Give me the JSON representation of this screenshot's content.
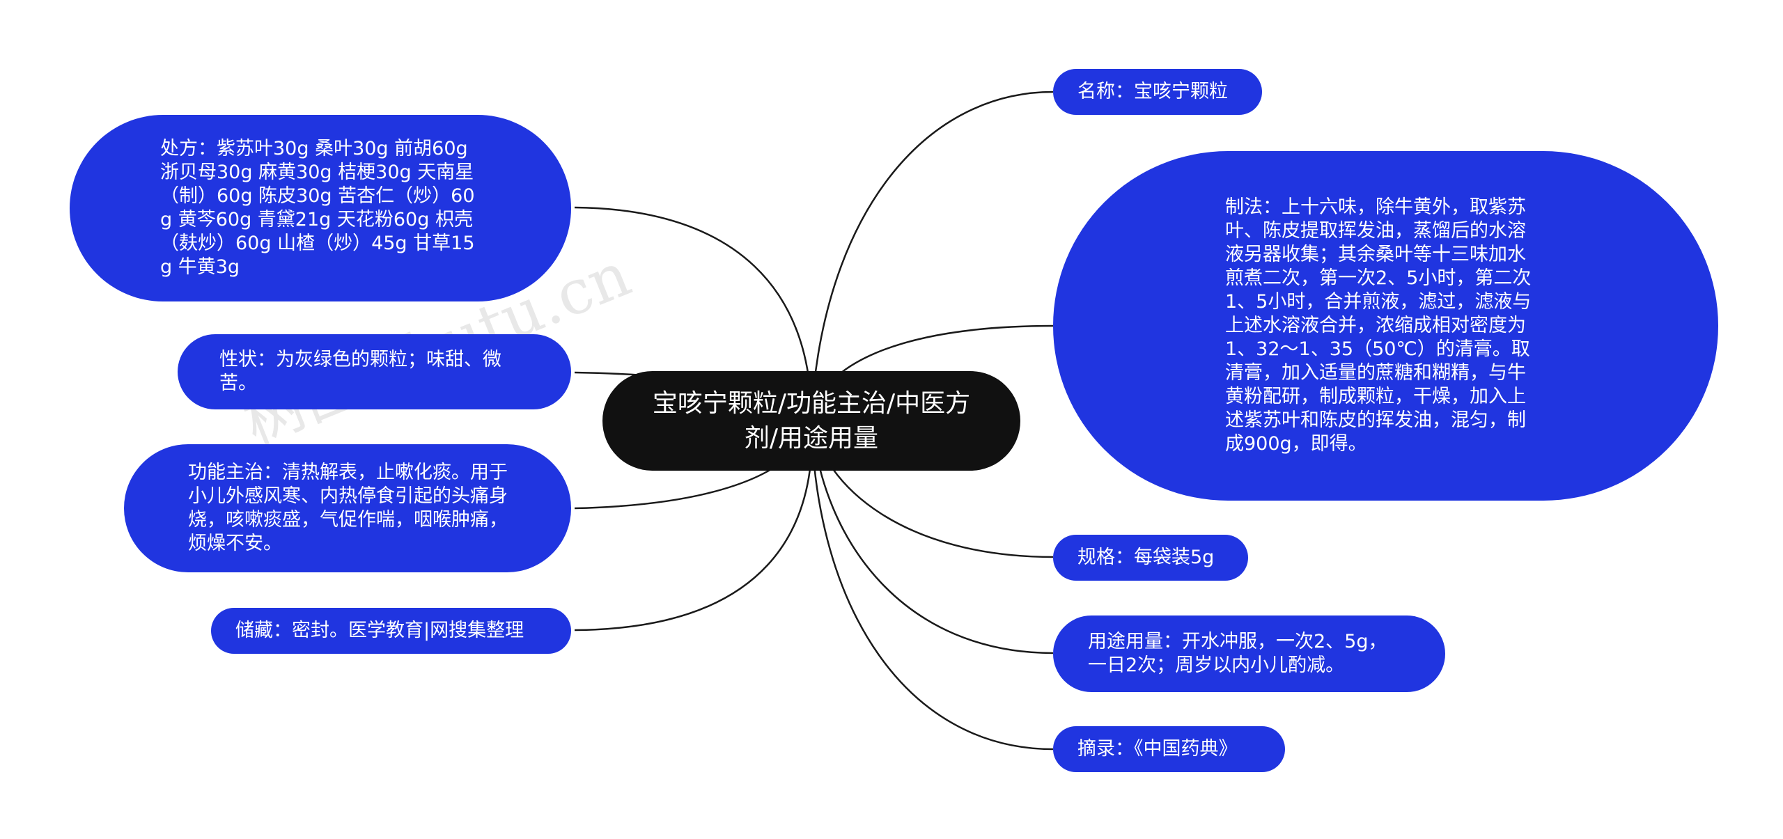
{
  "center": {
    "label": "宝咳宁颗粒/功能主治/中医方剂/用途用量"
  },
  "left": [
    {
      "id": "formula",
      "text": "处方：紫苏叶30g 桑叶30g 前胡60g 浙贝母30g 麻黄30g 桔梗30g 天南星（制）60g 陈皮30g 苦杏仁（炒）60g 黄芩60g 青黛21g 天花粉60g 枳壳（麸炒）60g 山楂（炒）45g 甘草15g 牛黄3g"
    },
    {
      "id": "properties",
      "text": "性状：为灰绿色的颗粒；味甜、微苦。"
    },
    {
      "id": "indications",
      "text": "功能主治：清热解表，止嗽化痰。用于小儿外感风寒、内热停食引起的头痛身烧，咳嗽痰盛，气促作喘，咽喉肿痛，烦燥不安。"
    },
    {
      "id": "storage",
      "text": "储藏：密封。医学教育|网搜集整理"
    }
  ],
  "right": [
    {
      "id": "name",
      "text": "名称：宝咳宁颗粒"
    },
    {
      "id": "preparation",
      "text": "制法：上十六味，除牛黄外，取紫苏叶、陈皮提取挥发油，蒸馏后的水溶液另器收集；其余桑叶等十三味加水煎煮二次，第一次2、5小时，第二次1、5小时，合并煎液，滤过，滤液与上述水溶液合并，浓缩成相对密度为1、32～1、35（50℃）的清膏。取清膏，加入适量的蔗糖和糊精，与牛黄粉配研，制成颗粒，干燥，加入上述紫苏叶和陈皮的挥发油，混匀，制成900g，即得。"
    },
    {
      "id": "spec",
      "text": "规格：每袋装5g"
    },
    {
      "id": "dosage",
      "text": "用途用量：开水冲服，一次2、5g，一日2次；周岁以内小儿酌减。"
    },
    {
      "id": "source",
      "text": "摘录：《中国药典》"
    }
  ],
  "watermark": {
    "text": "树图 shutu.cn"
  },
  "colors": {
    "node": "#2035e0",
    "center": "#111111",
    "line": "#1a1a1a",
    "text": "#ffffff"
  }
}
